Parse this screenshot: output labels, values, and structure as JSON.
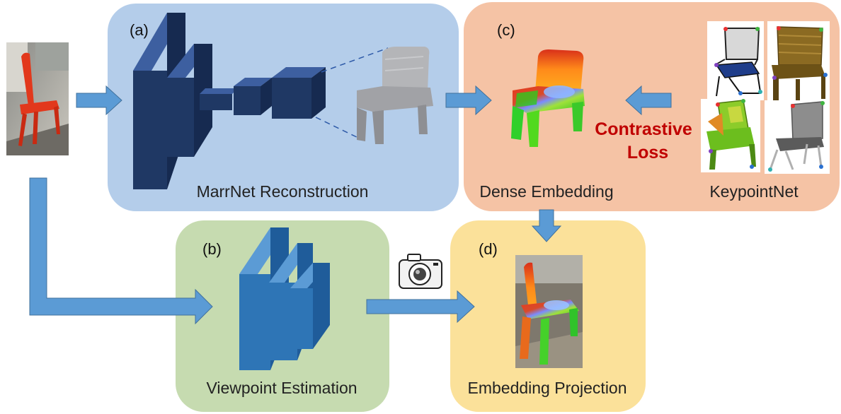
{
  "panels": {
    "a": {
      "label": "(a)",
      "title": "MarrNet Reconstruction",
      "color": "#b4cdea"
    },
    "b": {
      "label": "(b)",
      "title": "Viewpoint Estimation",
      "color": "#c6dbb0"
    },
    "c": {
      "label": "(c)",
      "title": "Dense Embedding",
      "color": "#f5c3a5"
    },
    "d": {
      "label": "(d)",
      "title": "Embedding Projection",
      "color": "#fbe19a"
    }
  },
  "keypointnet": {
    "title": "KeypointNet"
  },
  "loss": {
    "line1": "Contrastive",
    "line2": "Loss",
    "color": "#c00000"
  },
  "colors": {
    "arrow": "#5b9bd5",
    "arrow_edge": "#41719c",
    "network_dark": "#1f3864",
    "network_blue": "#2e75b6",
    "chair_red": "#e2381c"
  },
  "icons": [
    "camera-icon"
  ]
}
